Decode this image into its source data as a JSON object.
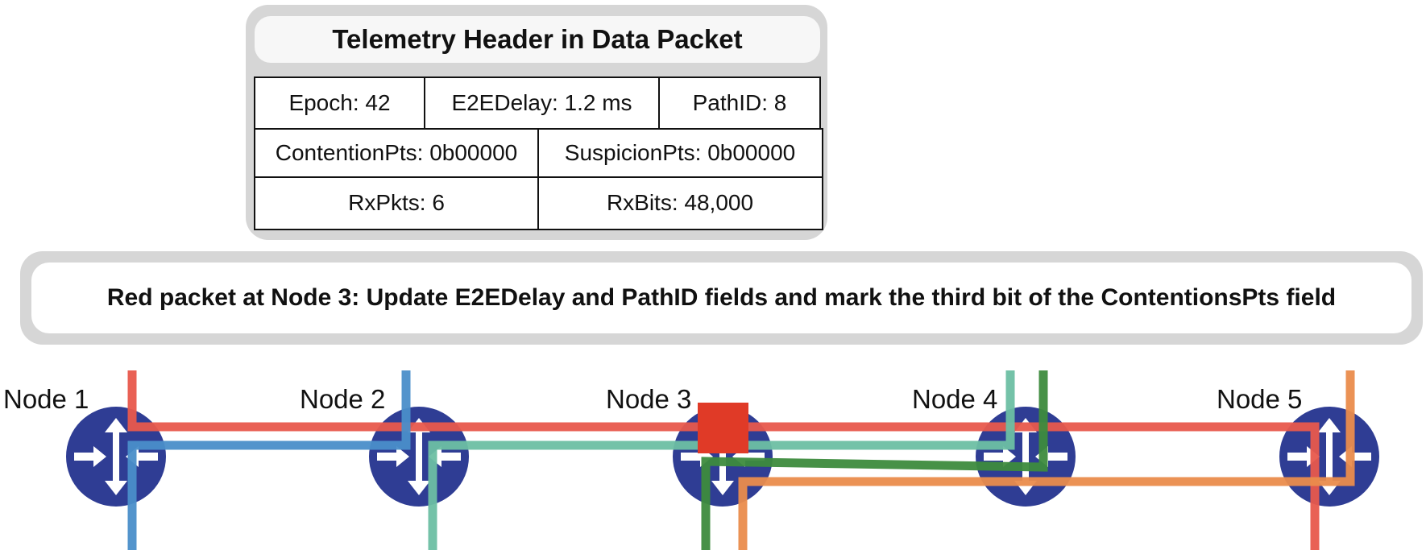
{
  "header": {
    "title": "Telemetry Header in Data Packet",
    "row1": [
      "Epoch: 42",
      "E2EDelay: 1.2 ms",
      "PathID: 8"
    ],
    "row2": [
      "ContentionPts: 0b00000",
      "SuspicionPts: 0b00000"
    ],
    "row3": [
      "RxPkts: 6",
      "RxBits: 48,000"
    ]
  },
  "note": "Red packet at Node 3: Update E2EDelay and PathID fields and mark the third bit of the ContentionsPts field",
  "nodes": [
    "Node 1",
    "Node 2",
    "Node 3",
    "Node 4",
    "Node 5"
  ],
  "colors": {
    "router": "#2f3d94",
    "red_flow": "#e8584c",
    "blue_flow": "#4a8ec9",
    "teal_flow": "#6dbfa3",
    "green_flow": "#3d8b3d",
    "orange_flow": "#ea8c4c",
    "packet": "#e03a27"
  }
}
